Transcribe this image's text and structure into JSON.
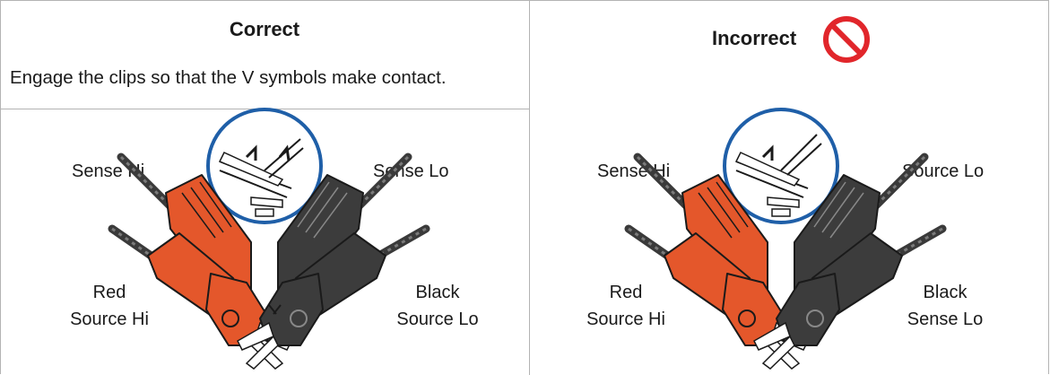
{
  "panels": [
    {
      "heading": "Correct",
      "note": "Engage the clips so that the V symbols make contact.",
      "label_top_left": "Sense Hi",
      "label_top_right": "Sense Lo",
      "label_bottom_left_1": "Red",
      "label_bottom_left_2": "Source Hi",
      "label_bottom_right_1": "Black",
      "label_bottom_right_2": "Source Lo"
    },
    {
      "heading": "Incorrect",
      "label_top_left": "Sense Hi",
      "label_top_right": "Source Lo",
      "label_bottom_left_1": "Red",
      "label_bottom_left_2": "Source Hi",
      "label_bottom_right_1": "Black",
      "label_bottom_right_2": "Sense Lo"
    }
  ],
  "icons": {
    "prohibited": "prohibited-icon",
    "detail_circle": "magnified-detail-circle"
  },
  "colors": {
    "red_clip": "#e4572b",
    "black_clip": "#3c3c3c",
    "circle": "#1f5fa8",
    "prohibited": "#e1262b"
  }
}
